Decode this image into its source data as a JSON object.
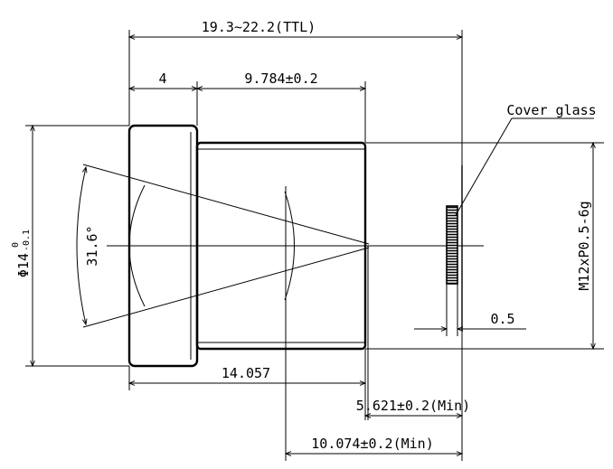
{
  "diagram": {
    "labels": {
      "ttl": "19.3∼22.2(TTL)",
      "front_width": "4",
      "barrel_length": "9.784±0.2",
      "cover_glass": "Cover glass",
      "thread": "M12xP0.5-6g",
      "field_angle": "31.6°",
      "diameter_main": "Φ14",
      "diameter_sub": "-0.1",
      "diameter_sup": "0",
      "body_length": "14.057",
      "flange_back": "5.621±0.2(Min)",
      "back_focal": "10.074±0.2(Min)",
      "glass_thickness": "0.5"
    }
  },
  "colors": {
    "line": "#000000",
    "background": "#ffffff"
  }
}
